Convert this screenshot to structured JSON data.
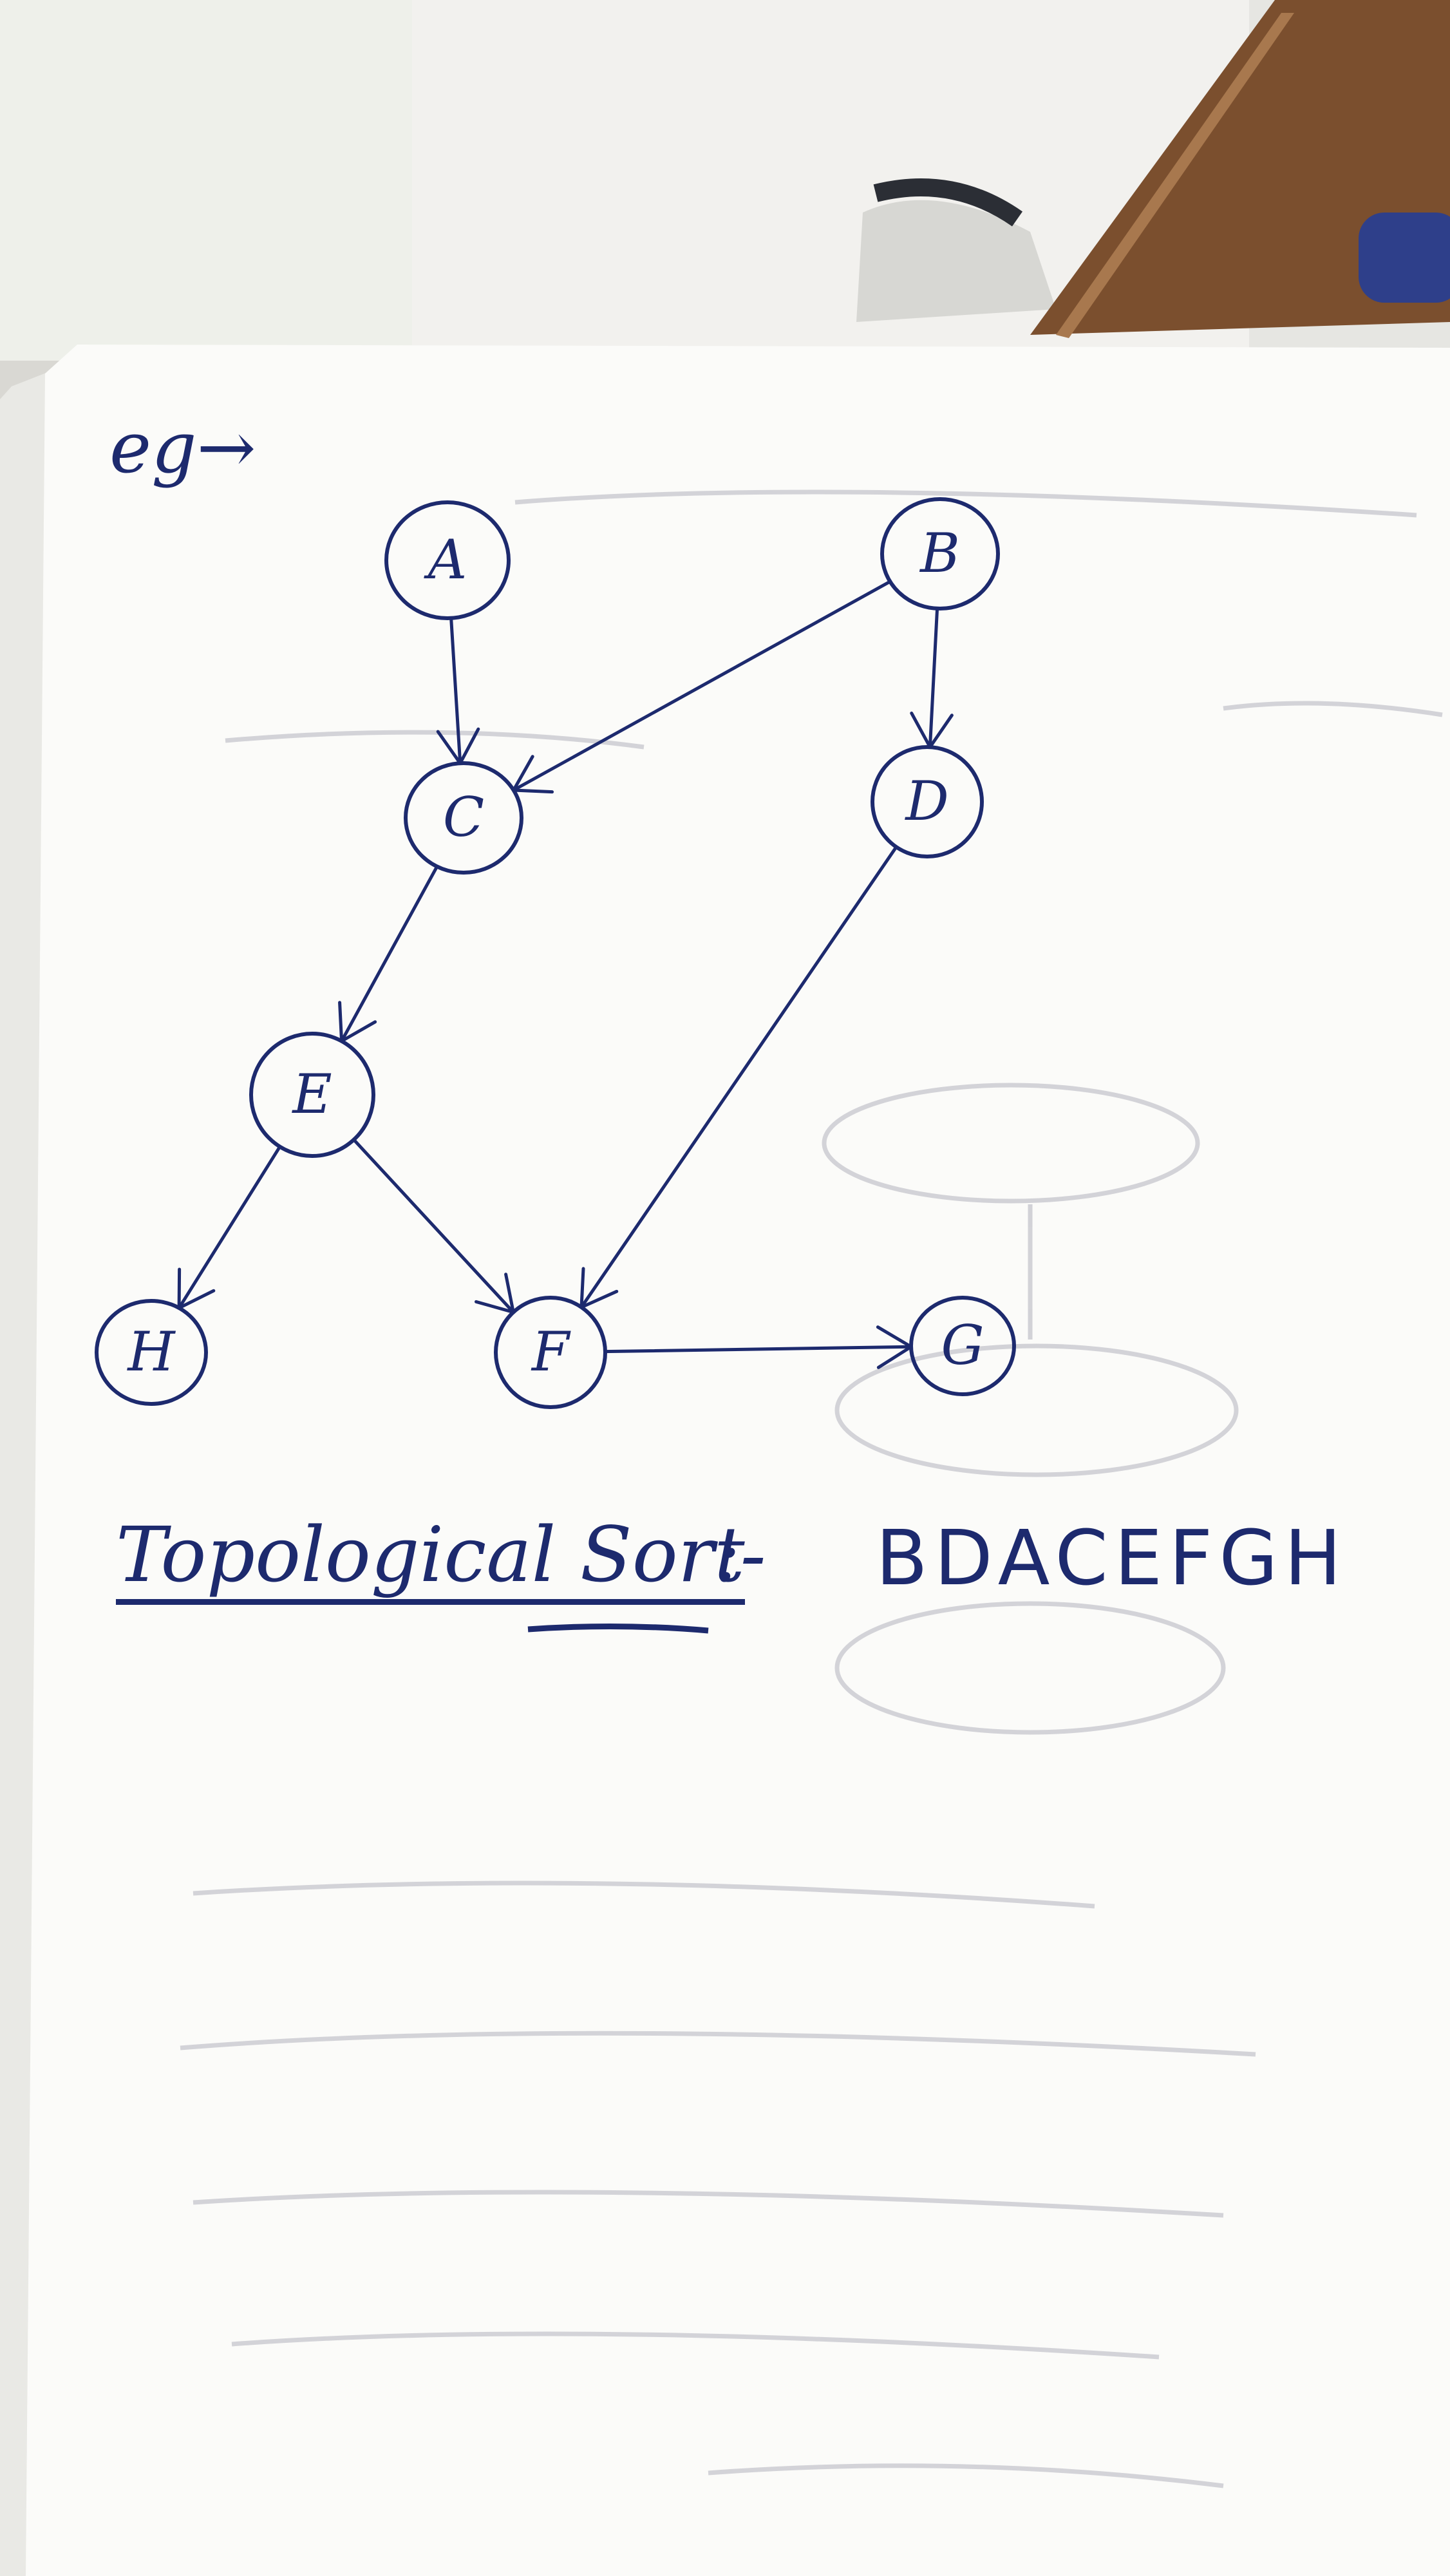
{
  "note": {
    "eg_label": "eg→",
    "caption_label": "Topological Sort",
    "caption_separator": ":-",
    "topological_order": "BDACEFGH"
  },
  "graph": {
    "nodes": [
      "A",
      "B",
      "C",
      "D",
      "E",
      "F",
      "G",
      "H"
    ],
    "edges": [
      {
        "from": "A",
        "to": "C"
      },
      {
        "from": "B",
        "to": "C"
      },
      {
        "from": "B",
        "to": "D"
      },
      {
        "from": "C",
        "to": "E"
      },
      {
        "from": "D",
        "to": "F"
      },
      {
        "from": "E",
        "to": "H"
      },
      {
        "from": "E",
        "to": "F"
      },
      {
        "from": "F",
        "to": "G"
      }
    ]
  },
  "colors": {
    "ink": "#1d2a6e",
    "paper": "#fbfbf9",
    "background": "#d9d8d3"
  }
}
